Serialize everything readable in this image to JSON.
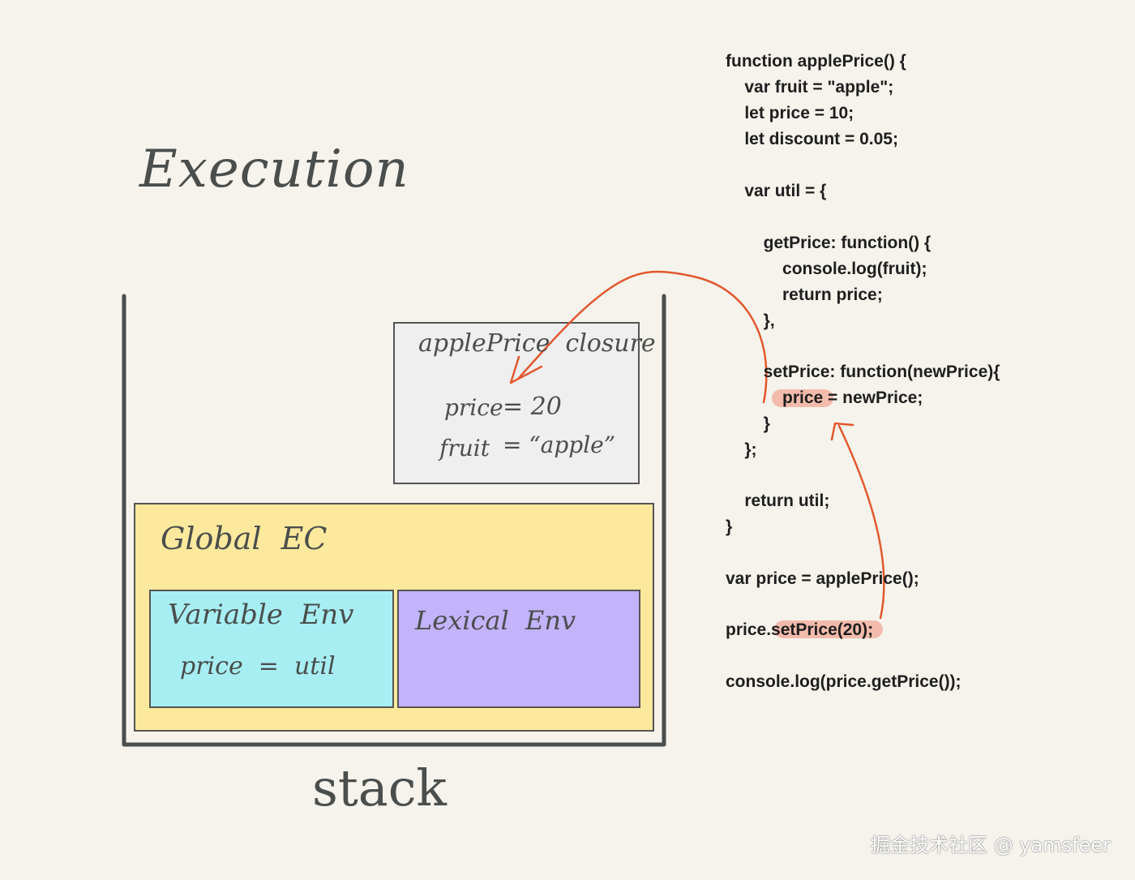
{
  "title": "Execution",
  "stack_label": "stack",
  "closure": {
    "title": "applePrice  closure",
    "vars": [
      {
        "name": "price",
        "value": "= 20"
      },
      {
        "name": "fruit",
        "value": "= “apple”"
      }
    ]
  },
  "global_ec": {
    "label": "Global  EC",
    "variable_env": {
      "label": "Variable  Env",
      "entry": "price  =  util"
    },
    "lexical_env": {
      "label": "Lexical  Env"
    }
  },
  "code": [
    "function applePrice() {",
    "    var fruit = \"apple\";",
    "    let price = 10;",
    "    let discount = 0.05;",
    "",
    "    var util = {",
    "",
    "        getPrice: function() {",
    "            console.log(fruit);",
    "            return price;",
    "        },",
    "",
    "        setPrice: function(newPrice){",
    "            price = newPrice;",
    "        }",
    "    };",
    "",
    "    return util;",
    "}",
    "",
    "var price = applePrice();",
    "",
    "price.setPrice(20);",
    "",
    "console.log(price.getPrice());"
  ],
  "watermark": "掘金技术社区 @ yamsfeer",
  "colors": {
    "background": "#f5f3ec",
    "stack_border": "#4a4e4c",
    "closure_fill": "#efefef",
    "global_fill": "#fde99d",
    "variable_fill": "#a7eef3",
    "lexical_fill": "#c3b3fb",
    "arrow": "#e2582e",
    "highlight": "#f08c78"
  }
}
